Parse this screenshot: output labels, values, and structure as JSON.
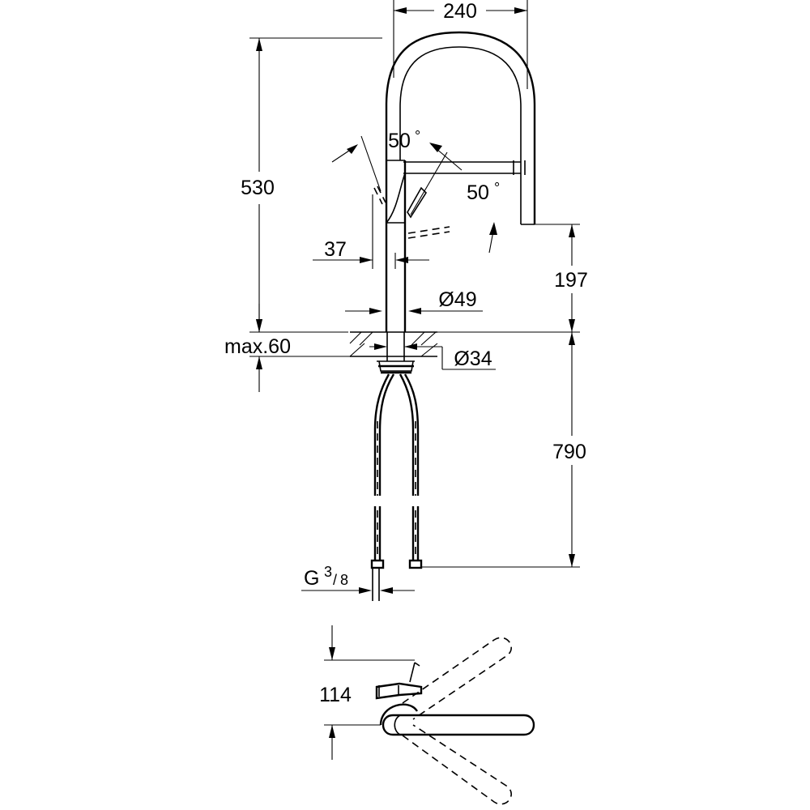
{
  "dimensions": {
    "spout_reach": "240",
    "total_height": "530",
    "spout_angle_left": "50",
    "spout_angle_right": "50",
    "degree_symbol": "°",
    "lever_offset": "37",
    "outlet_height": "197",
    "body_diameter": "Ø49",
    "mount_hole_diameter": "Ø34",
    "max_deck_thickness": "max.60",
    "hose_length": "790",
    "connection_thread": "G",
    "thread_num": "3",
    "thread_den": "8",
    "top_view_depth": "114"
  }
}
